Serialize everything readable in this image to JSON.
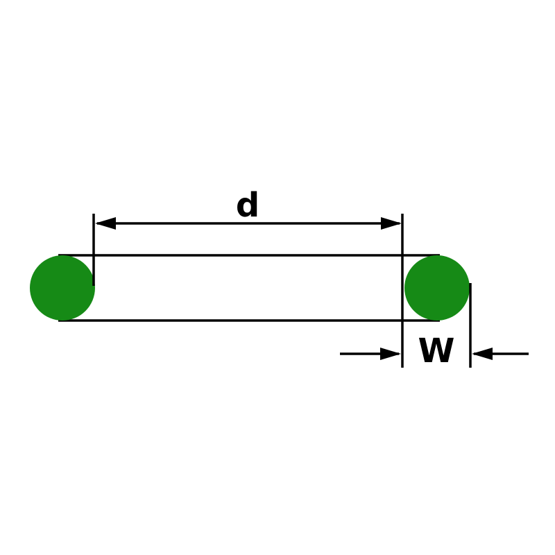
{
  "diagram": {
    "title": "o-ring-dimension-diagram",
    "labels": {
      "inner_diameter": "d",
      "cross_section_width": "W"
    },
    "colors": {
      "oring_green": "#168a16",
      "line_black": "#000000",
      "background": "#ffffff"
    }
  }
}
